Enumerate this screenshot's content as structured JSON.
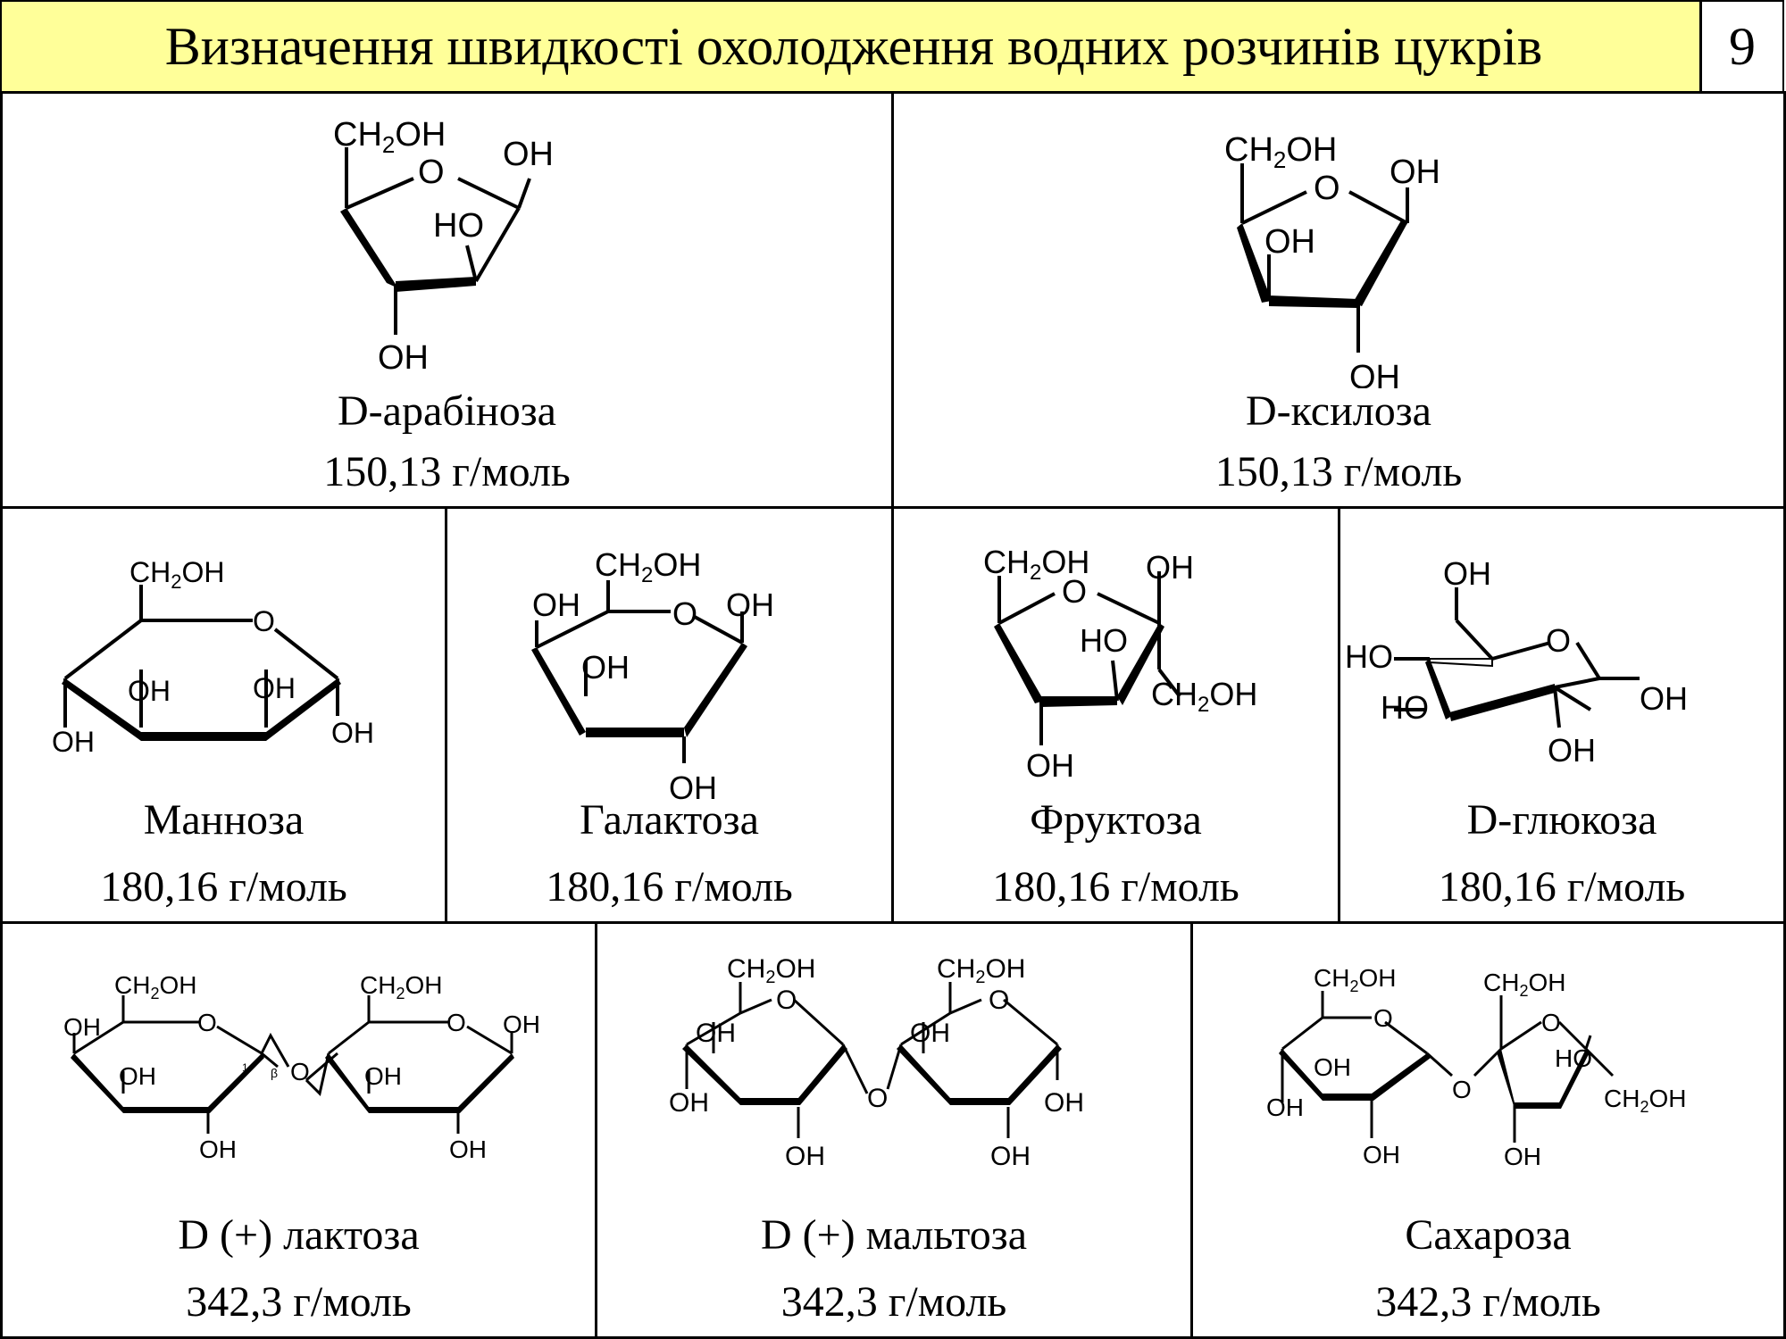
{
  "header": {
    "title": "Визначення швидкості охолодження водних розчинів цукрів",
    "page_number": "9"
  },
  "sugars": [
    {
      "name": "D-арабіноза",
      "mass": "150,13 г/моль",
      "type": "furanose"
    },
    {
      "name": "D-ксилоза",
      "mass": "150,13 г/моль",
      "type": "furanose"
    },
    {
      "name": "Манноза",
      "mass": "180,16 г/моль",
      "type": "pyranose"
    },
    {
      "name": "Галактоза",
      "mass": "180,16 г/моль",
      "type": "pyranose"
    },
    {
      "name": "Фруктоза",
      "mass": "180,16 г/моль",
      "type": "furanose"
    },
    {
      "name": "D-глюкоза",
      "mass": "180,16 г/моль",
      "type": "pyranose-chair"
    },
    {
      "name": "D (+) лактоза",
      "mass": "342,3 г/моль",
      "type": "disaccharide"
    },
    {
      "name": "D (+) мальтоза",
      "mass": "342,3 г/моль",
      "type": "disaccharide"
    },
    {
      "name": "Сахароза",
      "mass": "342,3 г/моль",
      "type": "disaccharide"
    }
  ],
  "labels": {
    "ch2oh_main": "CH",
    "ch2oh_sub": "2",
    "ch2oh_tail": "OH",
    "oh": "OH",
    "ho": "HO",
    "o": "O",
    "beta": "β",
    "one": "1"
  }
}
